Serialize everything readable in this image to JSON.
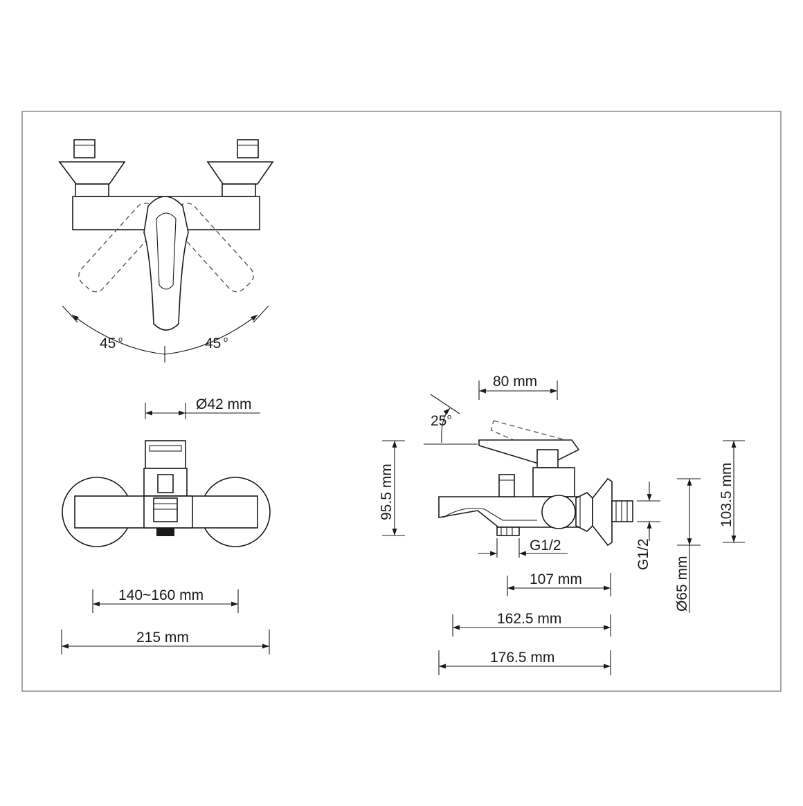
{
  "drawing": {
    "frame_color": "#8a8a8a",
    "line_color": "#1a1a1a",
    "top_view": {
      "angle_left": "45",
      "angle_right": "45",
      "degree_mark": "o"
    },
    "front_view": {
      "spout_diameter": "Ø42 mm",
      "center_distance": "140~160 mm",
      "overall_width": "215 mm"
    },
    "side_view": {
      "lever_depth": "80 mm",
      "tilt_angle": "25",
      "degree_mark": "o",
      "height_body": "95.5 mm",
      "outlet_thread": "G1/2",
      "inlet_thread": "G1/2",
      "wall_to_outlet": "107 mm",
      "wall_to_spout": "162.5 mm",
      "overall_depth": "176.5 mm",
      "flange_diameter": "Ø65 mm",
      "overall_height": "103.5 mm"
    }
  }
}
